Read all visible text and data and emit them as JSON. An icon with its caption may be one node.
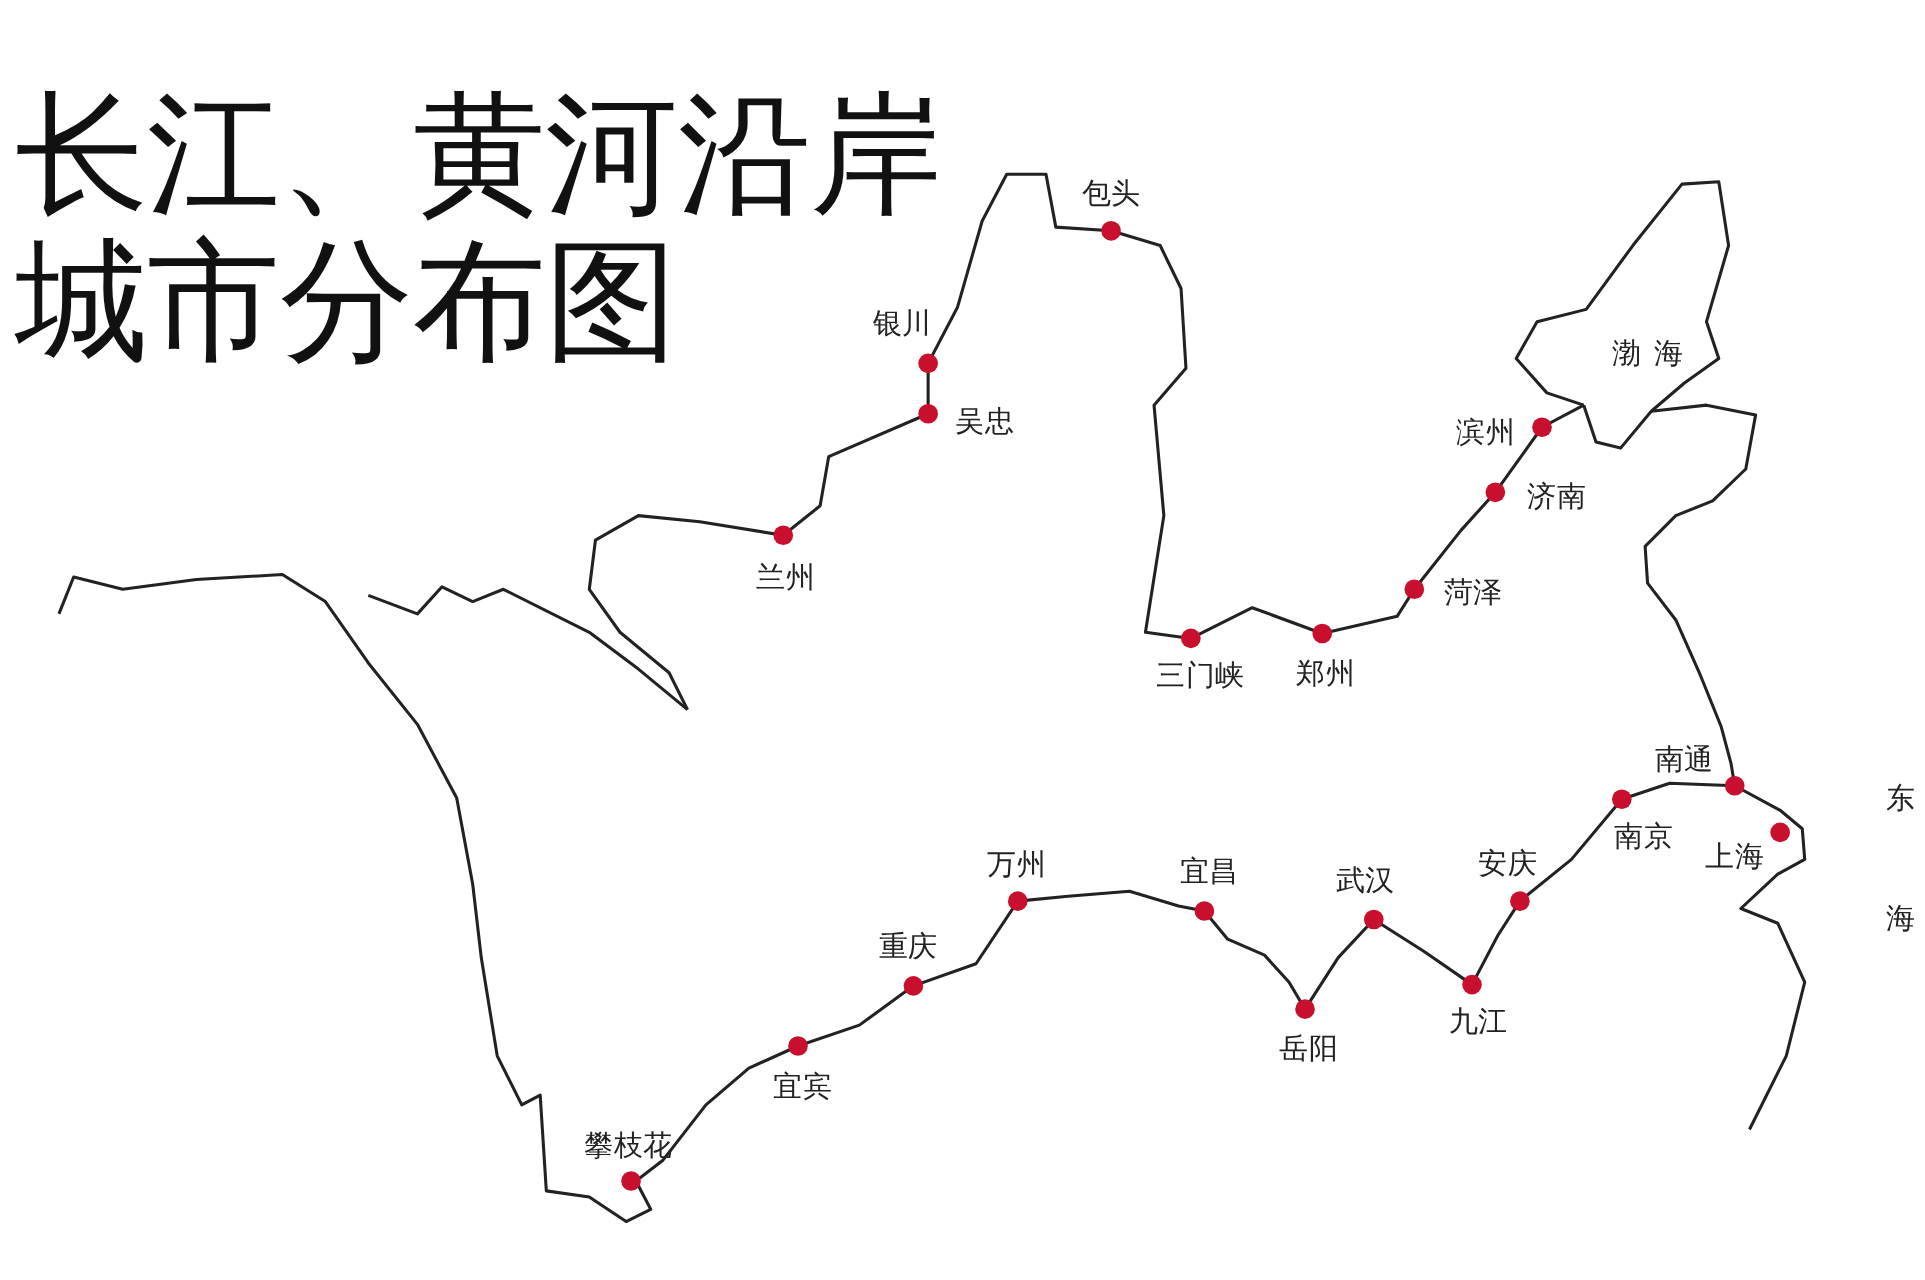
{
  "diagram": {
    "title": "长江、黄河沿岸城市分布图",
    "labels": [
      "包头",
      "银川",
      "渤海",
      "吴忠",
      "滨州",
      "济南",
      "兰州",
      "菏泽",
      "郑州",
      "三门峡",
      "南通",
      "东",
      "南京",
      "上海",
      "安庆",
      "万州",
      "宜昌",
      "武汉",
      "海",
      "重庆",
      "九江",
      "岳阳",
      "宜宾",
      "攀枝花"
    ]
  }
}
